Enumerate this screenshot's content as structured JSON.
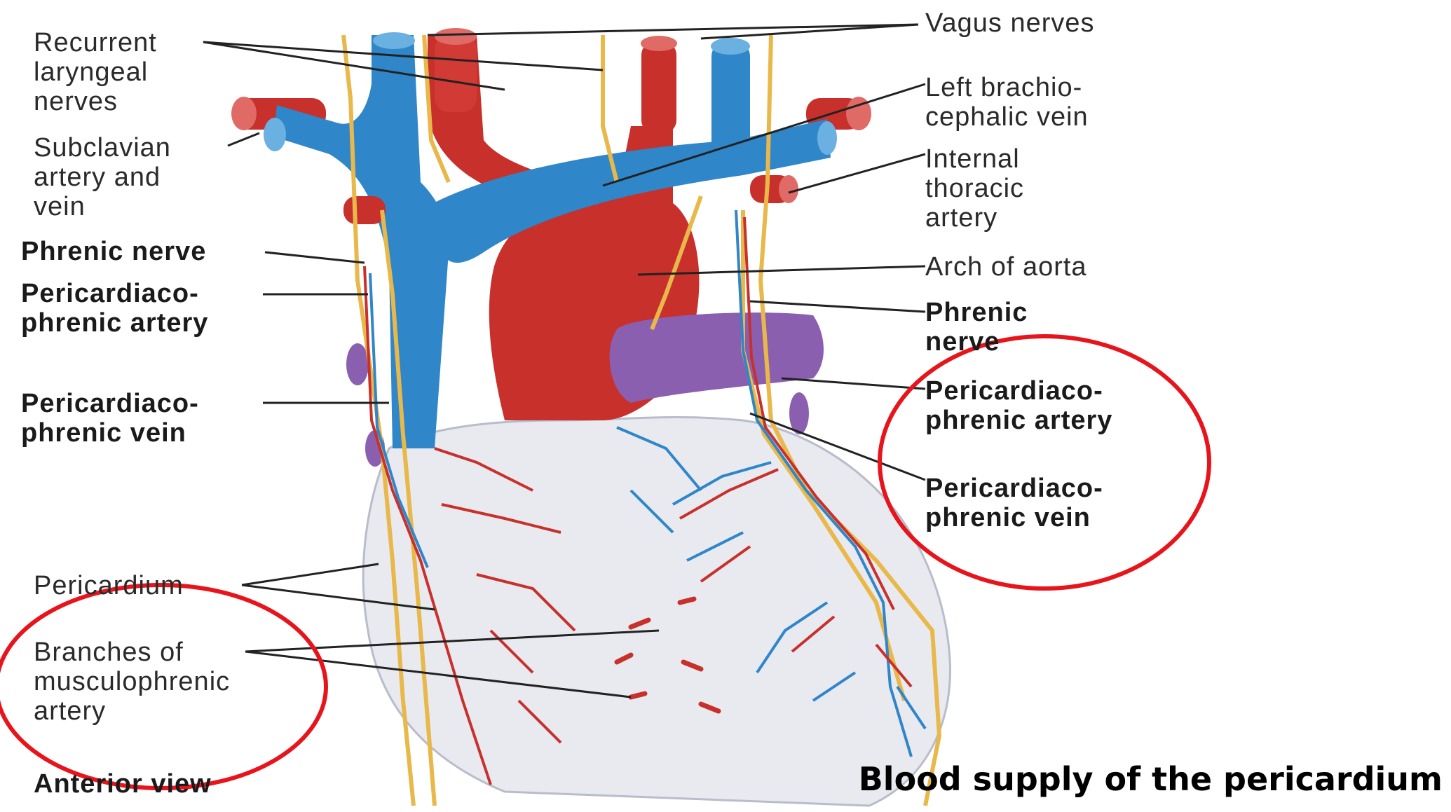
{
  "labels": {
    "recurrent_laryngeal": [
      "Recurrent",
      "laryngeal",
      "nerves"
    ],
    "subclavian": [
      "Subclavian",
      "artery and",
      "vein"
    ],
    "phrenic_nerve_left": [
      "Phrenic nerve"
    ],
    "pericardiacophrenic_artery_left": [
      "Pericardiaco-",
      "phrenic artery"
    ],
    "pericardiacophrenic_vein_left": [
      "Pericardiaco-",
      "phrenic vein"
    ],
    "pericardium": [
      "Pericardium"
    ],
    "musculophrenic": [
      "Branches of",
      "musculophrenic",
      "artery"
    ],
    "anterior_view": "Anterior view",
    "vagus": [
      "Vagus nerves"
    ],
    "left_brachiocephalic": [
      "Left brachio-",
      "cephalic vein"
    ],
    "internal_thoracic": [
      "Internal",
      "thoracic",
      "artery"
    ],
    "arch_aorta": [
      "Arch of aorta"
    ],
    "phrenic_nerve_right": [
      "Phrenic",
      "nerve"
    ],
    "pericardiacophrenic_artery_right": [
      "Pericardiaco-",
      "phrenic artery"
    ],
    "pericardiacophrenic_vein_right": [
      "Pericardiaco-",
      "phrenic vein"
    ]
  },
  "caption": "Blood supply of the pericardium",
  "colors": {
    "artery": "#c8302c",
    "vein": "#2f86c8",
    "nerve": "#e8b84a",
    "pericardium": "#e9eaf0",
    "pulmonary_trunk": "#8a5fb0",
    "highlight_circle": "#e8141b"
  }
}
